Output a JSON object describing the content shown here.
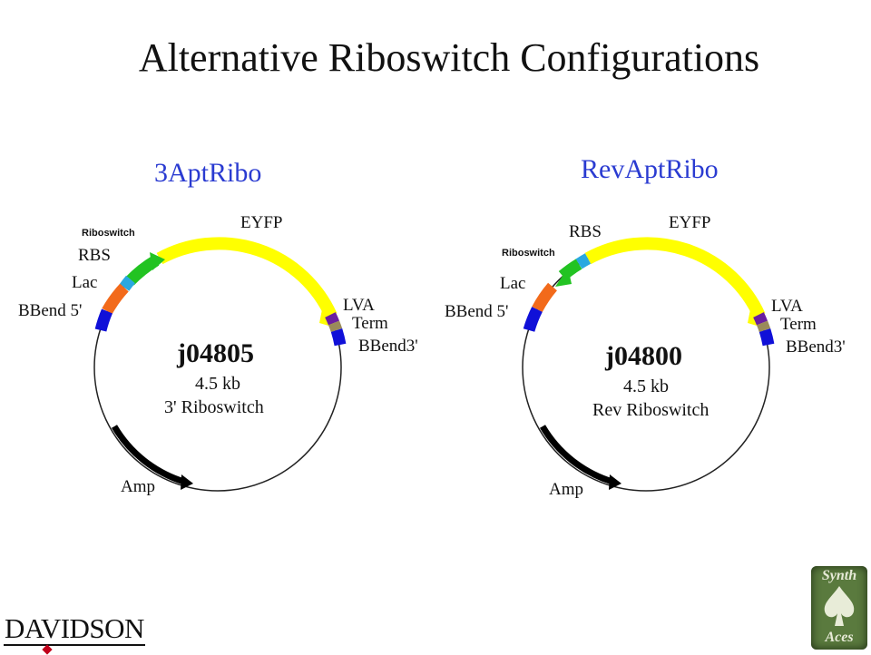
{
  "title": "Alternative Riboswitch Configurations",
  "colors": {
    "title_text": "#111111",
    "subtitle_text": "#2a3bd1",
    "eyfp": "#ffff00",
    "riboswitch": "#22c322",
    "rbs": "#2aa8e0",
    "lac": "#f26a1b",
    "bbend": "#1010d8",
    "lva": "#6a1fa0",
    "term": "#9a8a5a",
    "amp": "#000000"
  },
  "plasmids": [
    {
      "subtitle": "3AptRibo",
      "name": "j04805",
      "size": "4.5 kb",
      "description": "3' Riboswitch",
      "labels": {
        "eyfp": "EYFP",
        "riboswitch": "Riboswitch",
        "rbs": "RBS",
        "lac": "Lac",
        "bbend5": "BBend 5'",
        "lva": "LVA",
        "term": "Term",
        "bbend3": "BBend3'",
        "amp": "Amp"
      }
    },
    {
      "subtitle": "RevAptRibo",
      "name": "j04800",
      "size": "4.5 kb",
      "description": "Rev Riboswitch",
      "labels": {
        "eyfp": "EYFP",
        "riboswitch": "Riboswitch",
        "rbs": "RBS",
        "lac": "Lac",
        "bbend5": "BBend 5'",
        "lva": "LVA",
        "term": "Term",
        "bbend3": "BBend3'",
        "amp": "Amp"
      }
    }
  ],
  "logos": {
    "davidson": "DAVIDSON",
    "badge_top": "Synth",
    "badge_bottom": "Aces"
  }
}
